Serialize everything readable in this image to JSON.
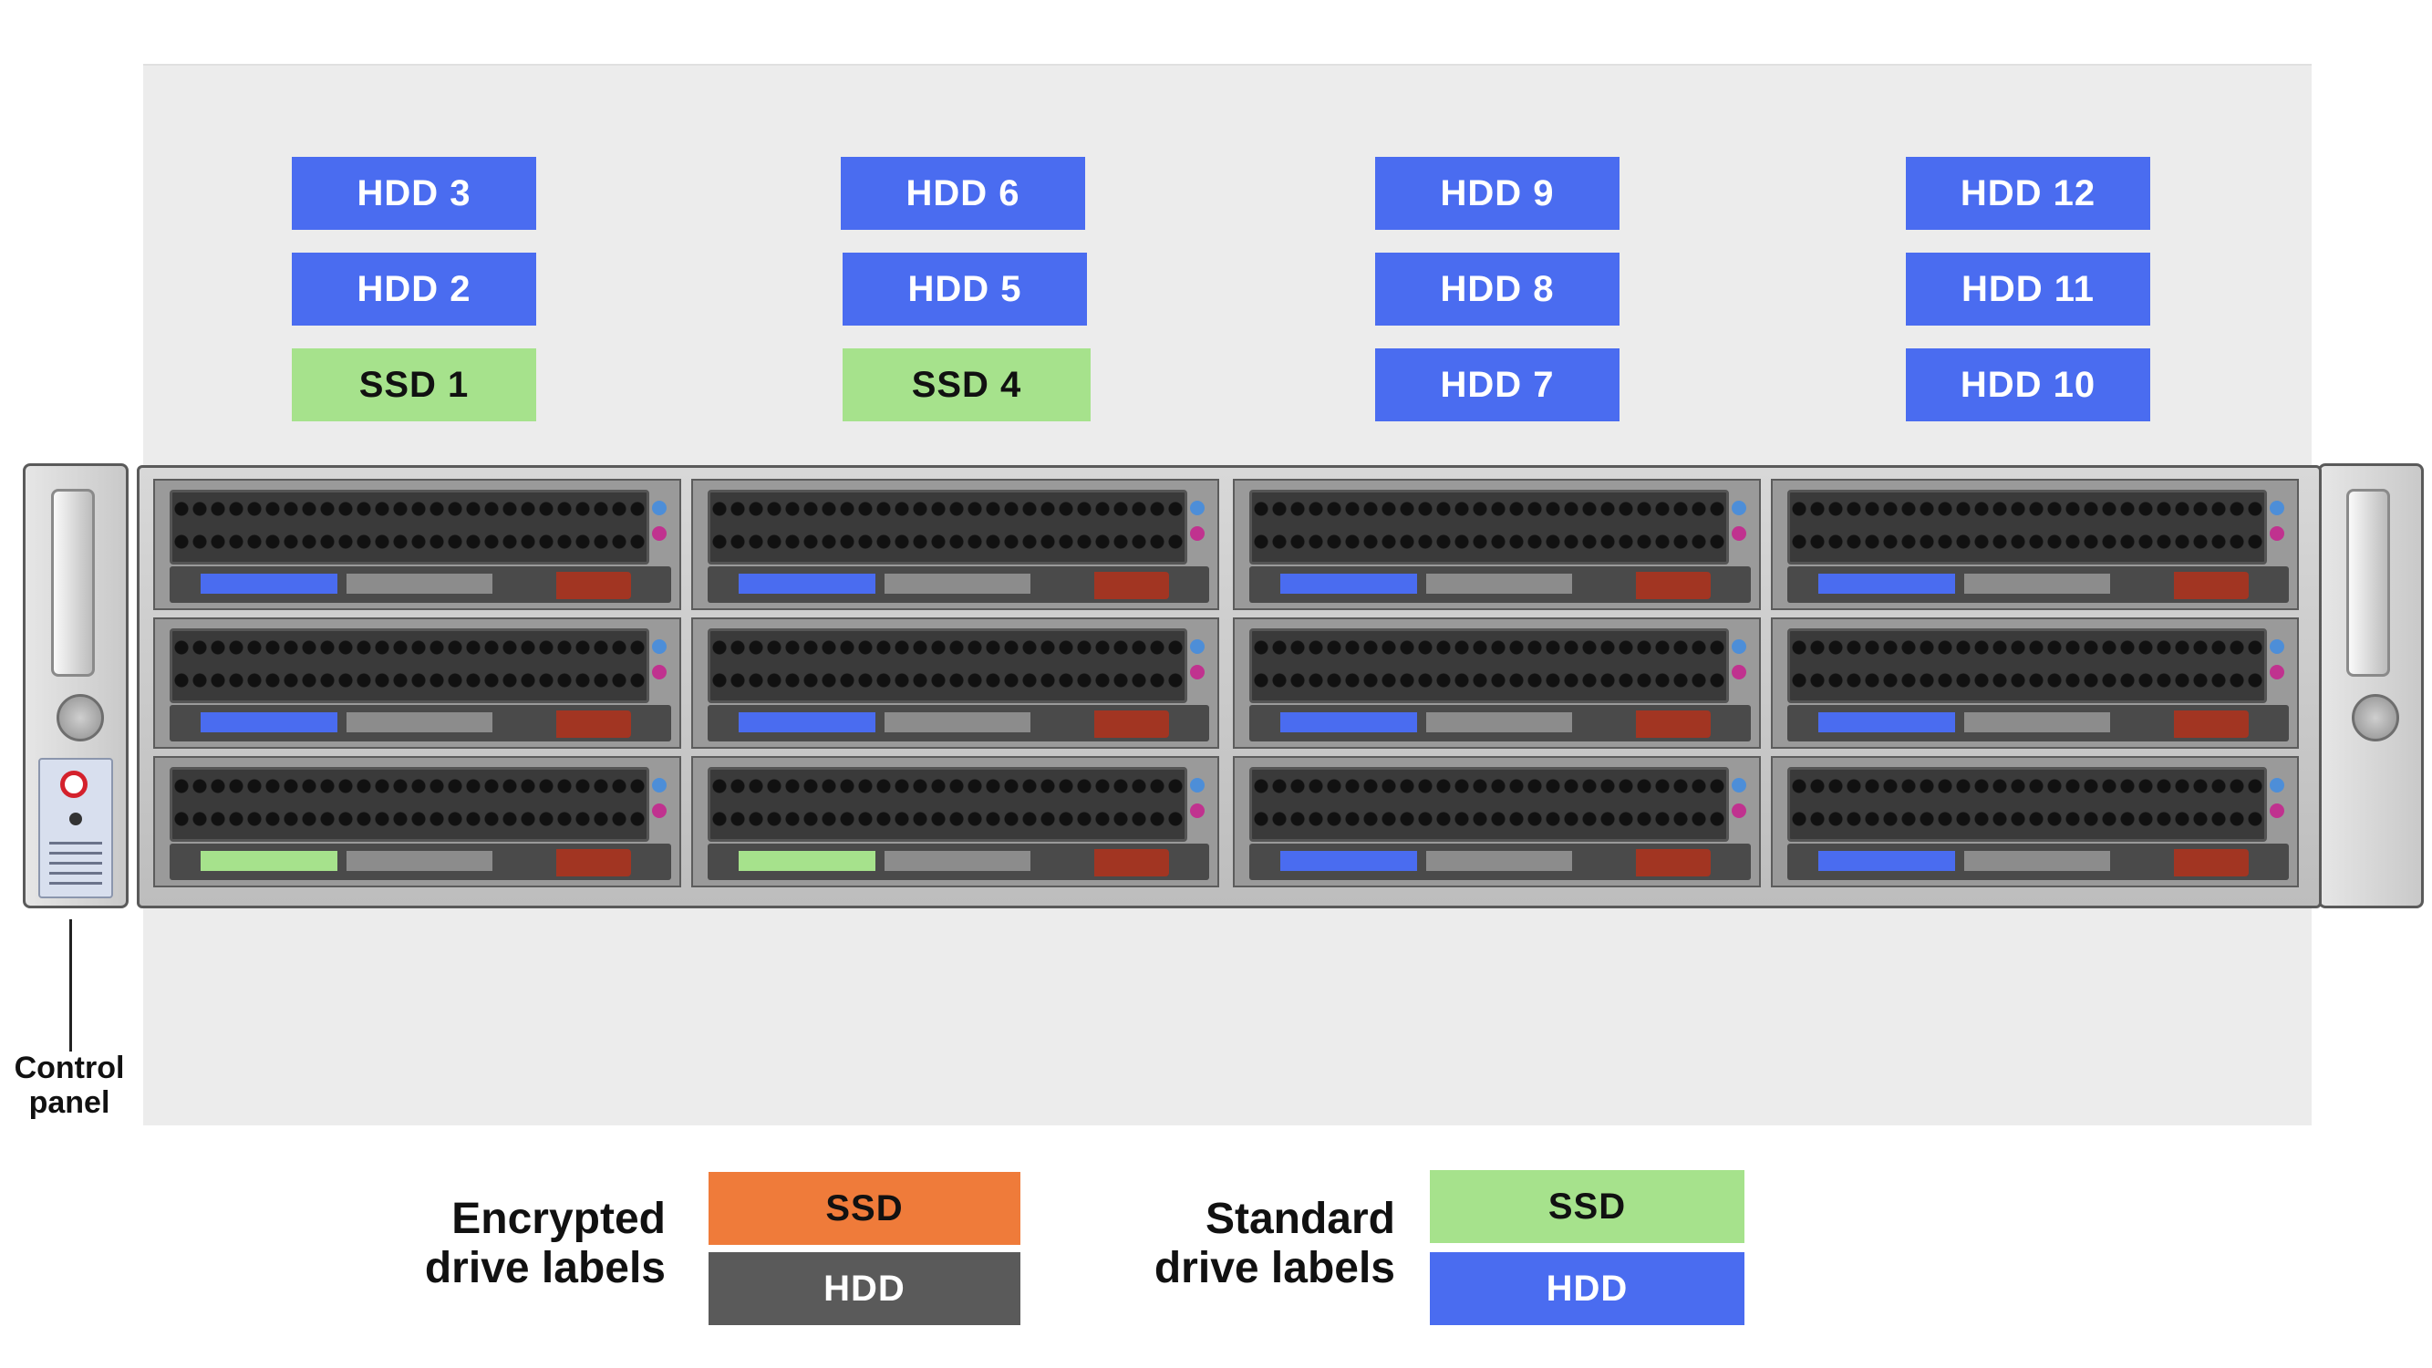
{
  "drive_labels": [
    {
      "text": "HDD 3",
      "type": "hdd"
    },
    {
      "text": "HDD 2",
      "type": "hdd"
    },
    {
      "text": "SSD 1",
      "type": "ssd"
    },
    {
      "text": "HDD 6",
      "type": "hdd"
    },
    {
      "text": "HDD 5",
      "type": "hdd"
    },
    {
      "text": "SSD 4",
      "type": "ssd"
    },
    {
      "text": "HDD 9",
      "type": "hdd"
    },
    {
      "text": "HDD 8",
      "type": "hdd"
    },
    {
      "text": "HDD 7",
      "type": "hdd"
    },
    {
      "text": "HDD 12",
      "type": "hdd"
    },
    {
      "text": "HDD 11",
      "type": "hdd"
    },
    {
      "text": "HDD 10",
      "type": "hdd"
    }
  ],
  "callout": {
    "line1": "Control",
    "line2": "panel"
  },
  "legend": {
    "encrypted": {
      "line1": "Encrypted",
      "line2": "drive labels",
      "ssd": "SSD",
      "hdd": "HDD"
    },
    "standard": {
      "line1": "Standard",
      "line2": "drive labels",
      "ssd": "SSD",
      "hdd": "HDD"
    }
  },
  "colors": {
    "hdd_standard": "#4a6cf0",
    "ssd_standard": "#a6e28c",
    "ssd_encrypted": "#ef7b3a",
    "hdd_encrypted": "#5a5a5a"
  }
}
